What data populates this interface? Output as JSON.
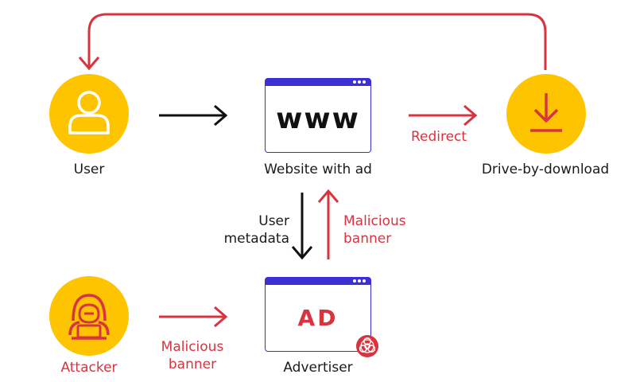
{
  "nodes": {
    "user": {
      "label": "User",
      "icon": "user-icon"
    },
    "website": {
      "label": "Website with ad",
      "screen_text": "www",
      "icon": "browser-window-icon"
    },
    "drive_by": {
      "label": "Drive-by-download",
      "icon": "download-icon"
    },
    "attacker": {
      "label": "Attacker",
      "icon": "hooded-attacker-icon"
    },
    "advertiser": {
      "label": "Advertiser",
      "screen_text": "AD",
      "icon": "browser-window-icon",
      "badge_icon": "biohazard-icon"
    }
  },
  "edges": {
    "redirect": "Redirect",
    "user_metadata_line1": "User",
    "user_metadata_line2": "metadata",
    "malicious_banner_up_line1": "Malicious",
    "malicious_banner_up_line2": "banner",
    "malicious_banner_left_line1": "Malicious",
    "malicious_banner_left_line2": "banner"
  },
  "colors": {
    "node_fill": "#ffc400",
    "window_accent": "#3c2fd3",
    "malicious_red": "#d8343f",
    "neutral_arrow": "#111111"
  }
}
